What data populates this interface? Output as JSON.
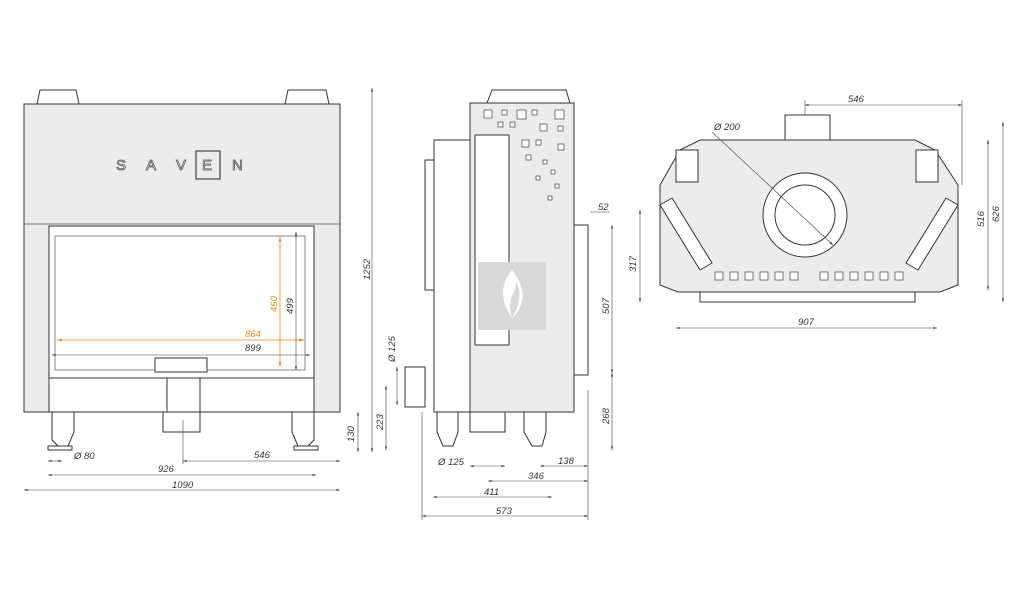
{
  "logo": {
    "letters": [
      "S",
      "A",
      "V",
      "E",
      "N"
    ]
  },
  "front_view": {
    "dims": {
      "overall_height": "1252",
      "leg_height": "130",
      "overall_width": "1090",
      "leg_span": "926",
      "flue_offset": "546",
      "leg_diameter": "Ø 80",
      "glass_width": "864",
      "opening_width": "899",
      "glass_height": "460",
      "opening_height": "499"
    }
  },
  "side_view": {
    "dims": {
      "top_offset": "52",
      "side_height": "507",
      "bottom_height": "268",
      "side_outlet_diameter": "Ø 125",
      "side_outlet_height": "223",
      "bottom_outlet_diameter": "Ø 125",
      "rear_offset": "138",
      "flue_depth": "346",
      "leg_depth": "411",
      "overall_depth": "573"
    }
  },
  "top_view": {
    "dims": {
      "flue_offset": "546",
      "flue_diameter": "Ø 200",
      "inner_depth": "516",
      "overall_depth": "626",
      "front_depth": "317",
      "front_width": "907"
    }
  },
  "colors": {
    "accent": "#f08a1c",
    "line": "#333333"
  }
}
